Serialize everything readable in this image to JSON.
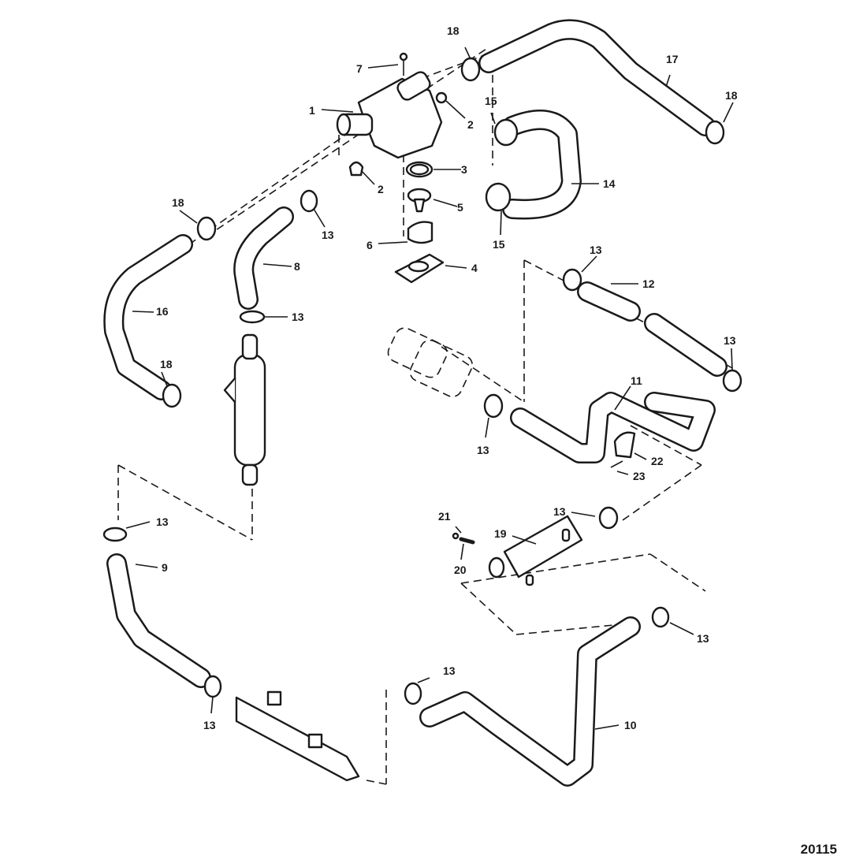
{
  "diagram": {
    "figure_number": "20115",
    "callouts": [
      {
        "id": "c1",
        "label": "1"
      },
      {
        "id": "c2a",
        "label": "2"
      },
      {
        "id": "c2b",
        "label": "2"
      },
      {
        "id": "c3",
        "label": "3"
      },
      {
        "id": "c4",
        "label": "4"
      },
      {
        "id": "c5",
        "label": "5"
      },
      {
        "id": "c6",
        "label": "6"
      },
      {
        "id": "c7",
        "label": "7"
      },
      {
        "id": "c8",
        "label": "8"
      },
      {
        "id": "c9",
        "label": "9"
      },
      {
        "id": "c10",
        "label": "10"
      },
      {
        "id": "c11",
        "label": "11"
      },
      {
        "id": "c12",
        "label": "12"
      },
      {
        "id": "c13a",
        "label": "13"
      },
      {
        "id": "c13b",
        "label": "13"
      },
      {
        "id": "c13c",
        "label": "13"
      },
      {
        "id": "c13d",
        "label": "13"
      },
      {
        "id": "c13e",
        "label": "13"
      },
      {
        "id": "c13f",
        "label": "13"
      },
      {
        "id": "c13g",
        "label": "13"
      },
      {
        "id": "c13h",
        "label": "13"
      },
      {
        "id": "c13i",
        "label": "13"
      },
      {
        "id": "c13j",
        "label": "13"
      },
      {
        "id": "c14",
        "label": "14"
      },
      {
        "id": "c15a",
        "label": "15"
      },
      {
        "id": "c15b",
        "label": "15"
      },
      {
        "id": "c16",
        "label": "16"
      },
      {
        "id": "c17",
        "label": "17"
      },
      {
        "id": "c18a",
        "label": "18"
      },
      {
        "id": "c18b",
        "label": "18"
      },
      {
        "id": "c18c",
        "label": "18"
      },
      {
        "id": "c18d",
        "label": "18"
      },
      {
        "id": "c19",
        "label": "19"
      },
      {
        "id": "c20",
        "label": "20"
      },
      {
        "id": "c21",
        "label": "21"
      },
      {
        "id": "c22",
        "label": "22"
      },
      {
        "id": "c23",
        "label": "23"
      }
    ]
  }
}
